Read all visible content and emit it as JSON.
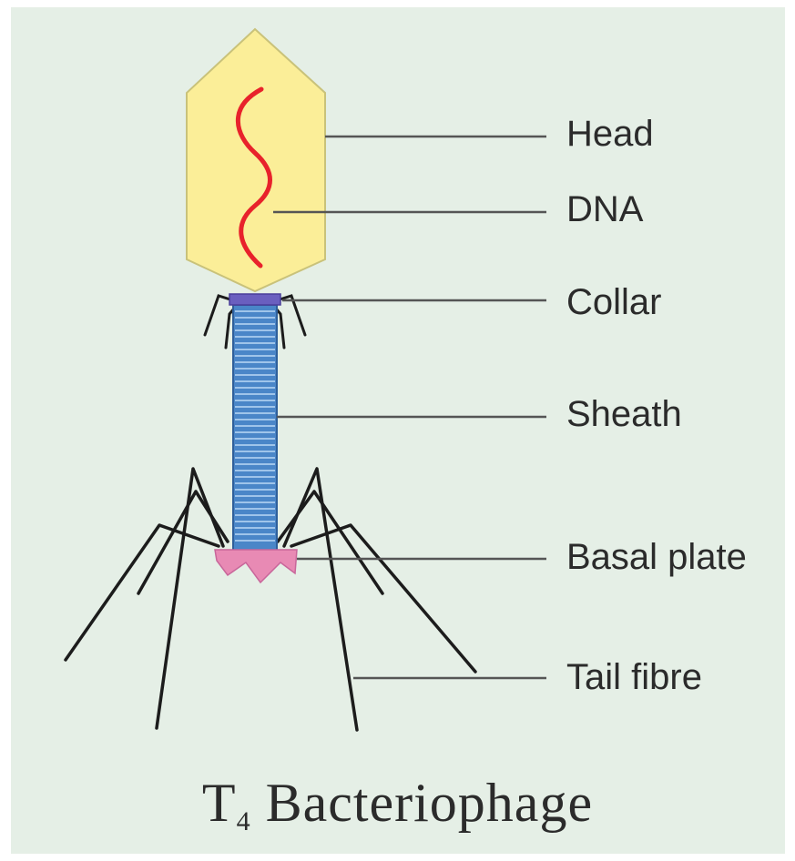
{
  "labels": {
    "head": "Head",
    "dna": "DNA",
    "collar": "Collar",
    "sheath": "Sheath",
    "basal_plate": "Basal plate",
    "tail_fibre": "Tail fibre"
  },
  "caption": {
    "prefix": "T",
    "subscript": "4",
    "name": "Bacteriophage"
  },
  "colors": {
    "background": "#e5efe6",
    "head_fill": "#fbee98",
    "head_stroke": "#c9c27a",
    "dna": "#e8222b",
    "collar": "#6a5fbf",
    "sheath": "#4a86c8",
    "sheath_stripe": "#9fc4ea",
    "basal_plate": "#e88ab4",
    "fibre": "#1c1c1c",
    "leader": "#555555"
  }
}
